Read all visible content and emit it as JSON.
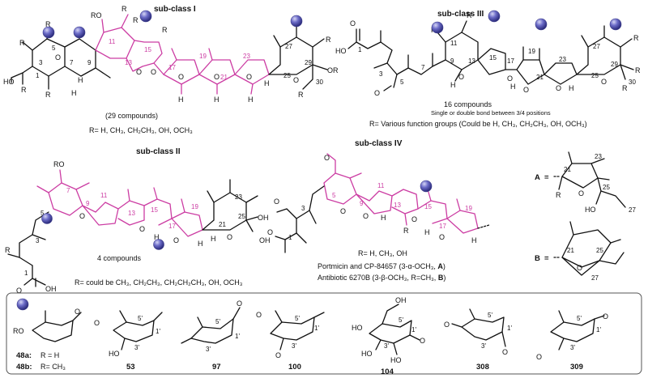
{
  "subclass1": {
    "title": "sub-class I",
    "count": "(29 compounds)",
    "rgroups": "R= H, CH₃, CH₂CH₃, OH, OCH₃",
    "labels": {
      "ro": "RO",
      "ho": "HO",
      "r": "R",
      "h": "H",
      "o": "O",
      "or": "OR"
    },
    "nums": {
      "n1": "1",
      "n3": "3",
      "n5": "5",
      "n7": "7",
      "n9": "9",
      "n11": "11",
      "n13": "13",
      "n15": "15",
      "n17": "17",
      "n19": "19",
      "n21": "21",
      "n23": "23",
      "n25": "25",
      "n27": "27",
      "n29": "29",
      "n30": "30"
    }
  },
  "subclass3": {
    "title": "sub-class III",
    "count": "16 compounds",
    "note": "Single or double bond between 3/4 positions",
    "rgroups": "R= Various function groups (Could be H, CH₃, CH₂CH₃, OH, OCH₃)",
    "labels": {
      "ho": "HO",
      "o": "O",
      "r": "R",
      "h": "H"
    },
    "nums": {
      "n1": "1",
      "n3": "3",
      "n5": "5",
      "n7": "7",
      "n9": "9",
      "n11": "11",
      "n13": "13",
      "n15": "15",
      "n17": "17",
      "n19": "19",
      "n21": "21",
      "n23": "23",
      "n25": "25",
      "n27": "27",
      "n29": "29",
      "n30": "30"
    }
  },
  "subclass2": {
    "title": "sub-class II",
    "count": "4 compounds",
    "rgroups": "R= could be CH₃, CH₂CH₃, CH₂CH₂CH₃, OH, OCH₃",
    "labels": {
      "ro": "RO",
      "oh": "OH",
      "o": "O",
      "r": "R",
      "h": "H"
    },
    "nums": {
      "n1": "1",
      "n3": "3",
      "n5": "5",
      "n7": "7",
      "n9": "9",
      "n11": "11",
      "n13": "13",
      "n15": "15",
      "n17": "17",
      "n19": "19",
      "n21": "21",
      "n23": "23",
      "n25": "25"
    }
  },
  "subclass4": {
    "title": "sub-class IV",
    "rgroups": "R= H, CH₃, OH",
    "line1_a": "Portmicin and CP-84657 (3-α-OCH₃, ",
    "line1_b": "A",
    "line1_c": ")",
    "line2_a": "Antibiotic 6270B (3-β-OCH₃, R=CH₃, ",
    "line2_b": "B",
    "line2_c": ")",
    "labels": {
      "oh": "OH",
      "o": "O",
      "r": "R",
      "h": "H",
      "meo": "O"
    },
    "nums": {
      "n1": "1",
      "n3": "3",
      "n5": "5",
      "n9": "9",
      "n11": "11",
      "n13": "13",
      "n15": "15",
      "n17": "17",
      "n19": "19"
    }
  },
  "fragA": {
    "label": "A",
    "eq": "=",
    "nums": {
      "n21": "21",
      "n23": "23",
      "n25": "25",
      "n27": "27"
    },
    "r": "R",
    "o": "O",
    "ho": "HO"
  },
  "fragB": {
    "label": "B",
    "eq": "=",
    "nums": {
      "n21": "21",
      "n25": "25",
      "n27": "27"
    },
    "o": "O"
  },
  "sugars": [
    {
      "id": "48a",
      "label": "48a:",
      "sub": "R = H"
    },
    {
      "id": "48b",
      "label": "48b:",
      "sub": "R= CH₃"
    },
    {
      "id": "53",
      "label": "53"
    },
    {
      "id": "97",
      "label": "97"
    },
    {
      "id": "100",
      "label": "100"
    },
    {
      "id": "104",
      "label": "104"
    },
    {
      "id": "308",
      "label": "308"
    },
    {
      "id": "309",
      "label": "309"
    }
  ],
  "sugar_atoms": {
    "ro": "RO",
    "ho": "HO",
    "oh": "OH",
    "o": "O",
    "p1": "1'",
    "p3": "3'",
    "p5": "5'"
  },
  "colors": {
    "accent": "#cc3da3",
    "ball": "#5a5ab8"
  }
}
